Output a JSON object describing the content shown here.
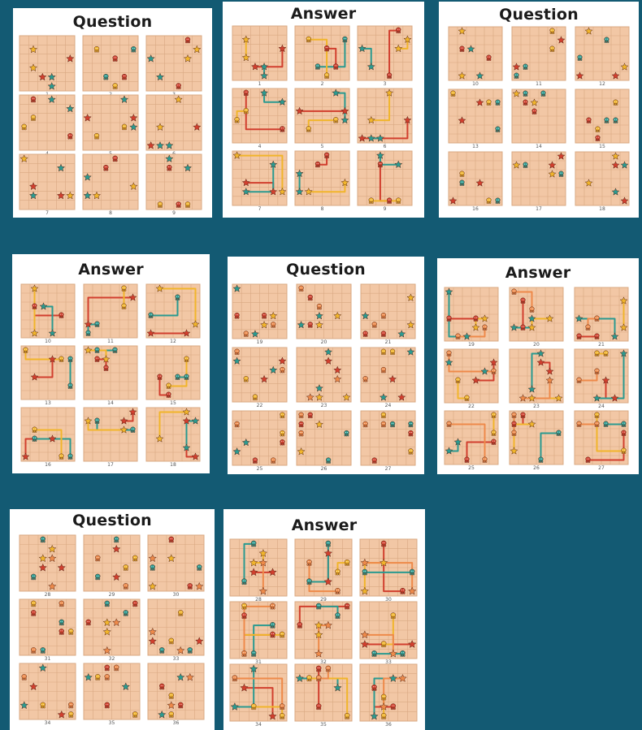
{
  "colors": {
    "background": "#135a73",
    "board": "#f2c7a5",
    "grid_line": "#d9a882",
    "red": "#d13f2e",
    "teal": "#2a9a90",
    "yellow": "#f1b52b",
    "orange": "#ee8a4a",
    "brown": "#7a4a2c",
    "pink": "#e68a8a"
  },
  "sheets": [
    {
      "title": "Question",
      "numbers": [
        "1",
        "2",
        "3",
        "4",
        "5",
        "6",
        "7",
        "8",
        "9"
      ],
      "kind": "question"
    },
    {
      "title": "Answer",
      "numbers": [
        "1",
        "2",
        "3",
        "4",
        "5",
        "6",
        "7",
        "8",
        "9"
      ],
      "kind": "answer"
    },
    {
      "title": "Question",
      "numbers": [
        "10",
        "11",
        "12",
        "13",
        "14",
        "15",
        "16",
        "17",
        "18"
      ],
      "kind": "question"
    },
    {
      "title": "Answer",
      "numbers": [
        "10",
        "11",
        "12",
        "13",
        "14",
        "15",
        "16",
        "17",
        "18"
      ],
      "kind": "answer"
    },
    {
      "title": "Question",
      "numbers": [
        "19",
        "20",
        "21",
        "22",
        "23",
        "24",
        "25",
        "26",
        "27"
      ],
      "kind": "question"
    },
    {
      "title": "Answer",
      "numbers": [
        "19",
        "20",
        "21",
        "22",
        "23",
        "24",
        "25",
        "26",
        "27"
      ],
      "kind": "answer"
    },
    {
      "title": "Question",
      "numbers": [
        "28",
        "29",
        "30",
        "31",
        "32",
        "33",
        "34",
        "35",
        "36"
      ],
      "kind": "question"
    },
    {
      "title": "Answer",
      "numbers": [
        "28",
        "29",
        "30",
        "31",
        "32",
        "33",
        "34",
        "35",
        "36"
      ],
      "kind": "answer"
    }
  ]
}
